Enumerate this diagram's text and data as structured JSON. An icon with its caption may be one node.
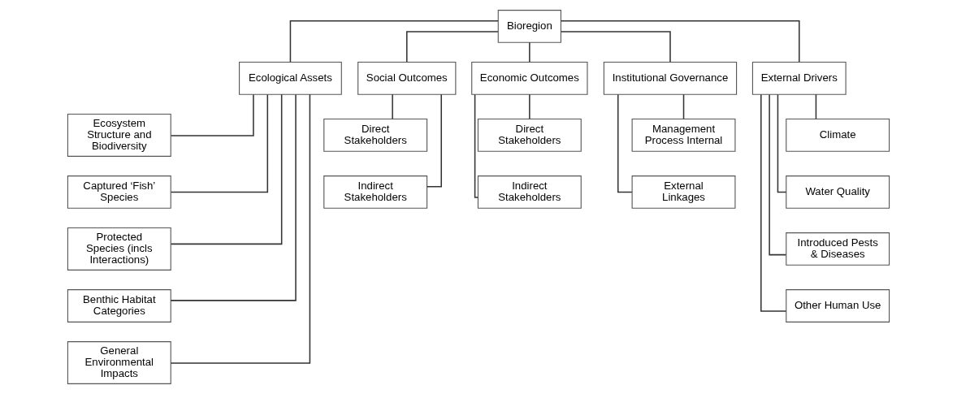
{
  "diagram": {
    "nodes": [
      {
        "text": [
          "Bioregion"
        ]
      },
      {
        "text": [
          "Ecological Assets"
        ]
      },
      {
        "text": [
          "Social Outcomes"
        ]
      },
      {
        "text": [
          "Economic Outcomes"
        ]
      },
      {
        "text": [
          "Institutional Governance"
        ]
      },
      {
        "text": [
          "External Drivers"
        ]
      },
      {
        "text": [
          "Ecosystem Structure and Biodiversity"
        ]
      },
      {
        "text": [
          "Captured ‘Fish’ Species"
        ]
      },
      {
        "text": [
          "Protected Species (incls Interactions)"
        ]
      },
      {
        "text": [
          "Benthic Habitat Categories"
        ]
      },
      {
        "text": [
          "General Environmental Impacts"
        ]
      },
      {
        "text": [
          "Direct Stakeholders"
        ]
      },
      {
        "text": [
          "Indirect Stakeholders"
        ]
      },
      {
        "text": [
          "Direct Stakeholders"
        ]
      },
      {
        "text": [
          "Indirect Stakeholders"
        ]
      },
      {
        "text": [
          "Management Process Internal"
        ]
      },
      {
        "text": [
          "External Linkages"
        ]
      },
      {
        "text": [
          "Climate"
        ]
      },
      {
        "text": [
          "Water Quality"
        ]
      },
      {
        "text": [
          "Introduced Pests & Diseases"
        ]
      },
      {
        "text": [
          "Other Human Use"
        ]
      }
    ],
    "edges": [
      {
        "from": 0,
        "to": 1,
        "arrow": "none"
      },
      {
        "from": 0,
        "to": 2,
        "arrow": "none"
      },
      {
        "from": 0,
        "to": 3,
        "arrow": "none"
      },
      {
        "from": 0,
        "to": 4,
        "arrow": "none"
      },
      {
        "from": 0,
        "to": 5,
        "arrow": "none"
      },
      {
        "from": 1,
        "to": 6,
        "arrow": "none"
      },
      {
        "from": 1,
        "to": 7,
        "arrow": "none"
      },
      {
        "from": 1,
        "to": 8,
        "arrow": "none"
      },
      {
        "from": 1,
        "to": 9,
        "arrow": "none"
      },
      {
        "from": 1,
        "to": 10,
        "arrow": "none"
      },
      {
        "from": 2,
        "to": 11,
        "arrow": "none"
      },
      {
        "from": 2,
        "to": 12,
        "arrow": "none"
      },
      {
        "from": 3,
        "to": 13,
        "arrow": "none"
      },
      {
        "from": 3,
        "to": 14,
        "arrow": "none"
      },
      {
        "from": 4,
        "to": 15,
        "arrow": "none"
      },
      {
        "from": 4,
        "to": 16,
        "arrow": "none"
      },
      {
        "from": 5,
        "to": 17,
        "arrow": "none"
      },
      {
        "from": 5,
        "to": 18,
        "arrow": "none"
      },
      {
        "from": 5,
        "to": 19,
        "arrow": "none"
      },
      {
        "from": 5,
        "to": 20,
        "arrow": "none"
      }
    ]
  }
}
